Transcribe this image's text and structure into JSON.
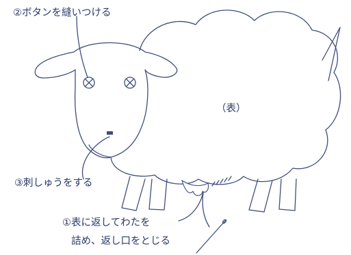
{
  "labels": {
    "step2": "②ボタンを縫いつける",
    "center": "（表）",
    "step3": "③刺しゅうをする",
    "step1_line1": "①表に返してわたを",
    "step1_line2": "詰め、返し口をとじる"
  },
  "colors": {
    "ink": "#3d4d7e",
    "text": "#2a3a6a",
    "background": "#ffffff"
  },
  "icons": [
    "button-icon",
    "nose-stitch-icon",
    "needle-icon"
  ]
}
